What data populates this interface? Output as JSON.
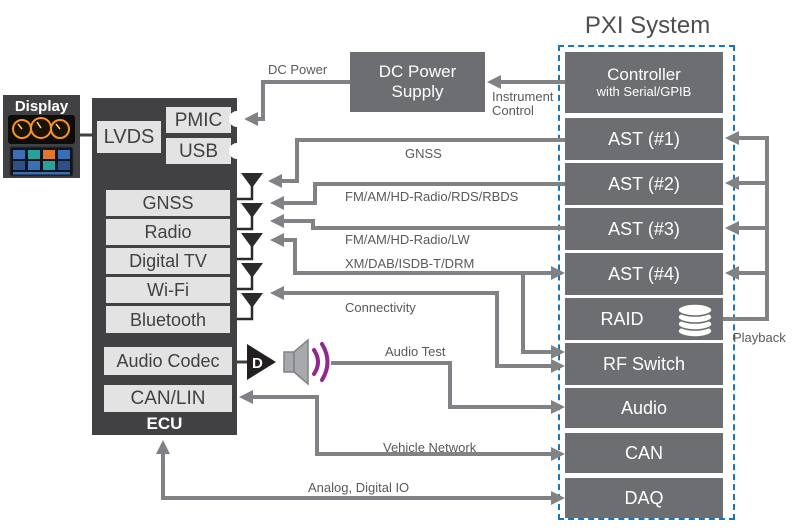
{
  "pxi": {
    "title": "PXI System",
    "modules": [
      {
        "label": "Controller",
        "sublabel": "with Serial/GPIB"
      },
      {
        "label": "AST (#1)"
      },
      {
        "label": "AST (#2)"
      },
      {
        "label": "AST (#3)"
      },
      {
        "label": "AST (#4)"
      },
      {
        "label": "RAID"
      },
      {
        "label": "RF Switch"
      },
      {
        "label": "Audio"
      },
      {
        "label": "CAN"
      },
      {
        "label": "DAQ"
      }
    ]
  },
  "dc_power_supply": {
    "line1": "DC Power",
    "line2": "Supply"
  },
  "display_unit": {
    "label": "Display"
  },
  "ecu": {
    "label": "ECU",
    "chips": {
      "lvds": "LVDS",
      "pmic": "PMIC",
      "usb": "USB",
      "gnss": "GNSS",
      "radio": "Radio",
      "digital_tv": "Digital TV",
      "wifi": "Wi-Fi",
      "bluetooth": "Bluetooth",
      "audio_codec": "Audio Codec",
      "can_lin": "CAN/LIN"
    }
  },
  "amplifier": {
    "label": "D"
  },
  "connections": {
    "dc_power": "DC Power",
    "instrument_control": "Instrument Control",
    "gnss": "GNSS",
    "fm_am_hd_rds": "FM/AM/HD-Radio/RDS/RBDS",
    "fm_am_hd_lw": "FM/AM/HD-Radio/LW",
    "xm_dab": "XM/DAB/ISDB-T/DRM",
    "connectivity": "Connectivity",
    "audio_test": "Audio Test",
    "vehicle_network": "Vehicle Network",
    "analog_digital_io": "Analog, Digital IO",
    "playback": "Playback"
  },
  "colors": {
    "module_gray": "#6d6e71",
    "dark_box": "#414042",
    "chip_gray": "#e3e3e4",
    "connector_gray": "#808285",
    "label_gray": "#58595b",
    "pxi_border_blue": "#1b75bc",
    "speaker_purple": "#92278f"
  }
}
